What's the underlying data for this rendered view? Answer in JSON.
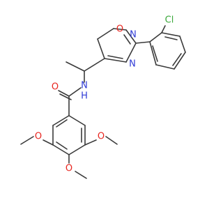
{
  "molecule": {
    "colors": {
      "bond": "#3a3a3a",
      "O": "#e8251f",
      "N": "#2f3bd6",
      "Cl": "#3aa83a",
      "background": "#ffffff"
    },
    "labels": {
      "ring_O": "O",
      "ring_N2": "N",
      "ring_N4": "N",
      "Cl": "Cl",
      "amide_N": "N",
      "amide_H": "H",
      "carbonyl_O": "O",
      "methoxy_O_left": "O",
      "methoxy_O_right": "O",
      "methoxy_O_bottom": "O"
    }
  }
}
